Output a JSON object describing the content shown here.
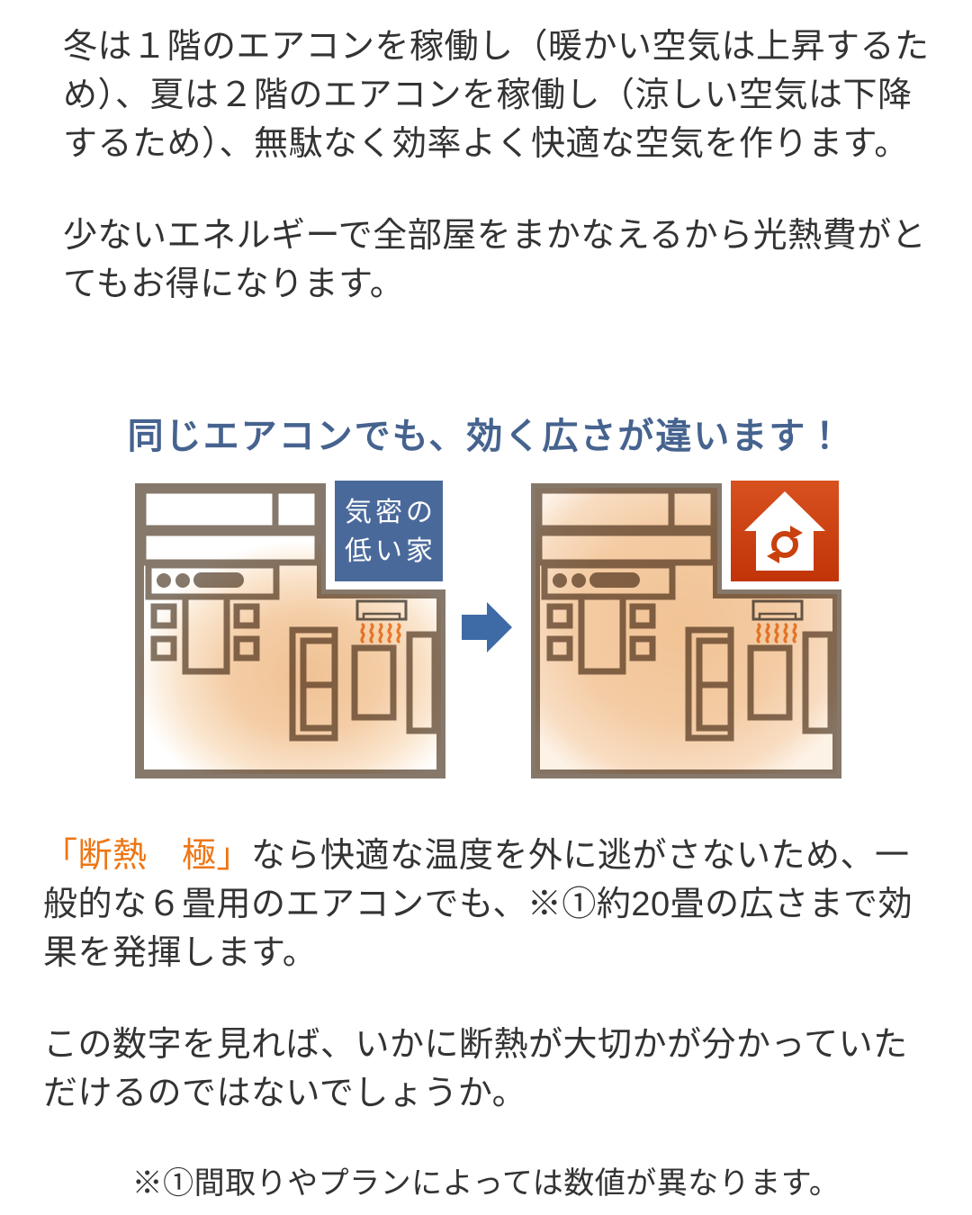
{
  "colors": {
    "text": "#333333",
    "heading_blue": "#46638f",
    "label_box_blue": "#4a699b",
    "arrow_blue": "#3e6ba6",
    "accent_orange": "#ed7615",
    "warm_glow_peach": "#f2c79a",
    "wall_brown": "#86786a",
    "badge_red_top": "#d8511f",
    "badge_red_bottom": "#c13408",
    "heat_wave_orange": "#ef8f3a"
  },
  "intro": {
    "paragraph1": "冬は１階のエアコンを稼働し（暖かい空気は上昇するため）、夏は２階のエアコンを稼働し（涼しい空気は下降するため）、無駄なく効率よく快適な空気を作ります。",
    "paragraph2": "少ないエネルギーで全部屋をまかなえるから光熱費がとてもお得になります。"
  },
  "comparison": {
    "heading": "同じエアコンでも、効く広さが違います！",
    "left_label_line1": "気密の",
    "left_label_line2": "低い家"
  },
  "body": {
    "highlight": "「断熱　極」",
    "after_highlight": "なら快適な温度を外に逃がさないため、一般的な６畳用のエアコンでも、※①約20畳の広さまで効果を発揮します。",
    "paragraph2": "この数字を見れば、いかに断熱が大切かが分かっていただけるのではないでしょうか。"
  },
  "footnote": "※①間取りやプランによっては数値が異なります。"
}
